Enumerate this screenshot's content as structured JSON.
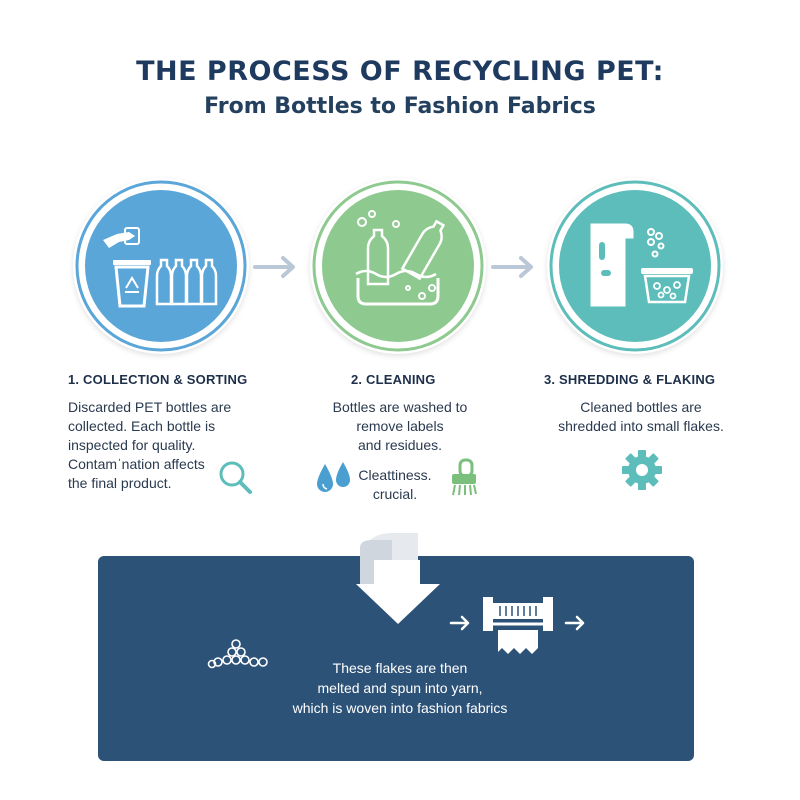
{
  "header": {
    "title": "THE PROCESS OF RECYCLING PET:",
    "subtitle": "From Bottles to Fashion Fabrics"
  },
  "colors": {
    "title": "#1e3a5f",
    "step1": "#5aa6d8",
    "step2": "#8ec98f",
    "step3": "#5dbdba",
    "panel": "#2d5277",
    "arrow": "#b9c7d6"
  },
  "steps": [
    {
      "title": "1. COLLECTION & SORTING",
      "lines": [
        "Discarded PET bottles are",
        "collected. Each bottle is",
        "inspected for quality.",
        "Contamˈnation affects",
        "the final product."
      ],
      "icon": "recycle-bin-bottles-icon",
      "extra_icon": "magnifier-icon"
    },
    {
      "title": "2. CLEANING",
      "lines": [
        "Bottles are washed to",
        "remove labels",
        "and residues."
      ],
      "note_lines": [
        "Cleattiness.",
        "crucial."
      ],
      "icon": "bottles-in-water-icon",
      "extra_icons": [
        "water-drops-icon",
        "scrub-brush-icon"
      ]
    },
    {
      "title": "3. SHREDDING & FLAKING",
      "lines": [
        "Cleaned bottles are",
        "shredded into small flakes."
      ],
      "icon": "shredder-icon",
      "extra_icon": "gear-icon"
    }
  ],
  "final": {
    "lines": [
      "These flakes are then",
      "melted and spun into yarn,",
      "which is woven into fashion fabrics"
    ],
    "icons": [
      "pellets-icon",
      "loom-icon",
      "arrow-right-icon"
    ]
  }
}
